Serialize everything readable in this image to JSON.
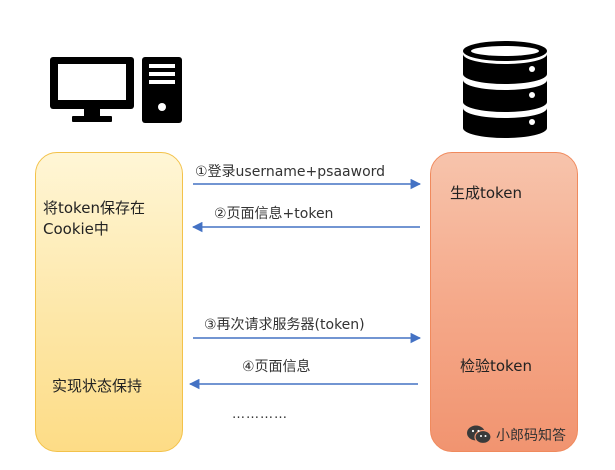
{
  "colors": {
    "client_border": "#f3c24a",
    "client_fill": "#fde7a8",
    "server_border": "#f08a5d",
    "server_fill": "#f5a98a",
    "arrow": "#4472c4",
    "icon": "#000000"
  },
  "icons": {
    "client": "computer-icon",
    "server": "database-icon",
    "watermark": "wechat-icon"
  },
  "client": {
    "note_line1": "将token保存在",
    "note_line2": "Cookie中",
    "keep_state": "实现状态保持"
  },
  "server": {
    "generate": "生成token",
    "verify": "检验token"
  },
  "messages": [
    {
      "label": "①登录username+psaaword",
      "direction": "client-to-server"
    },
    {
      "label": "②页面信息+token",
      "direction": "server-to-client"
    },
    {
      "label": "③再次请求服务器(token)",
      "direction": "client-to-server"
    },
    {
      "label": "④页面信息",
      "direction": "server-to-client"
    }
  ],
  "ellipsis": "…………",
  "watermark": "小郎码知答"
}
